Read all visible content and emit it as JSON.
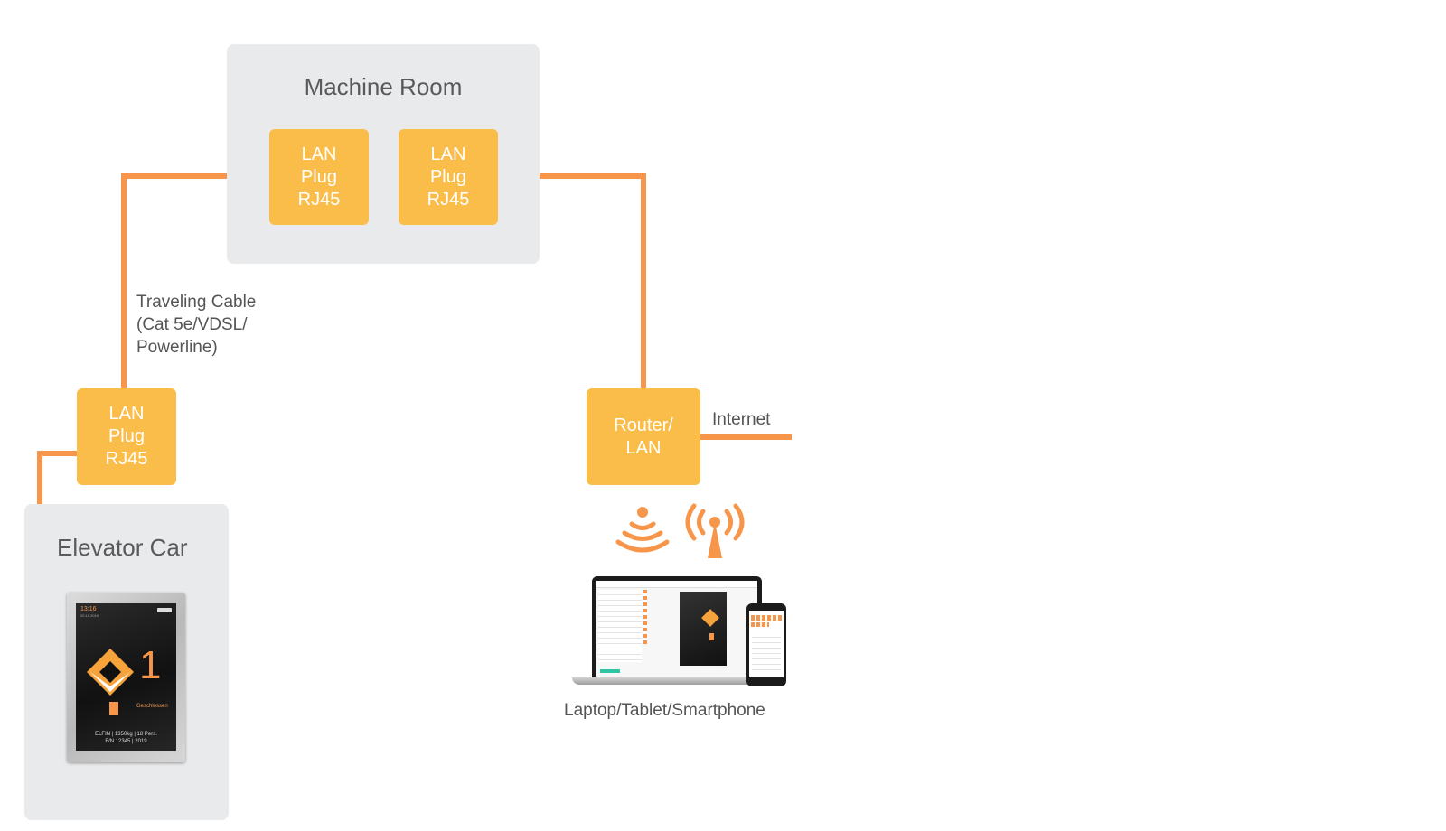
{
  "machine_room": {
    "title": "Machine Room",
    "plug_left": {
      "line1": "LAN",
      "line2": "Plug",
      "line3": "RJ45"
    },
    "plug_right": {
      "line1": "LAN",
      "line2": "Plug",
      "line3": "RJ45"
    }
  },
  "cable": {
    "line1": "Traveling Cable",
    "line2": "(Cat 5e/VDSL/",
    "line3": "Powerline)"
  },
  "car_plug": {
    "line1": "LAN",
    "line2": "Plug",
    "line3": "RJ45"
  },
  "elevator_car": {
    "title": "Elevator Car",
    "display": {
      "time": "13:16",
      "date": "20.10.2019",
      "floor": "1",
      "status": "Geschlossen",
      "info1": "ELFIN | 1350kg | 18 Pers.",
      "info2": "F/N 12345 | 2019"
    }
  },
  "router": {
    "line1": "Router/",
    "line2": "LAN"
  },
  "internet_label": "Internet",
  "devices_label": "Laptop/Tablet/Smartphone",
  "colors": {
    "wire": "#f7964a",
    "box": "#fbbd4a",
    "room": "#e9eaec",
    "text": "#555555"
  }
}
